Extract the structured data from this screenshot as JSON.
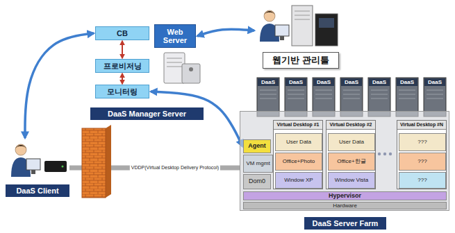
{
  "diagram": {
    "nodes": [
      {
        "text": [
          "DaaS Manager Server"
        ]
      },
      {
        "text": [
          "CB"
        ],
        "in": 0
      },
      {
        "text": [
          "Web Server"
        ],
        "in": 0
      },
      {
        "text": [
          "프로비저닝"
        ],
        "in": 0
      },
      {
        "text": [
          "모니터링"
        ],
        "in": 0
      },
      {
        "text": [
          "웹기반 관리툴"
        ]
      },
      {
        "text": [
          "DaaS Client"
        ]
      },
      {
        "text": [
          "DaaS Server Farm"
        ]
      },
      {
        "text": [
          "Agent"
        ],
        "in": 7
      },
      {
        "text": [
          "VM mgmt"
        ],
        "in": 7
      },
      {
        "text": [
          "Dom0"
        ],
        "in": 7
      },
      {
        "text": [
          "Virtual Desktop #1"
        ],
        "in": 7
      },
      {
        "text": [
          "User Data"
        ],
        "in": 11
      },
      {
        "text": [
          "Office+Photo"
        ],
        "in": 11
      },
      {
        "text": [
          "Window XP"
        ],
        "in": 11
      },
      {
        "text": [
          "Virtual Desktop #2"
        ],
        "in": 7
      },
      {
        "text": [
          "User Data"
        ],
        "in": 15
      },
      {
        "text": [
          "Office+한글"
        ],
        "in": 15
      },
      {
        "text": [
          "Window Vista"
        ],
        "in": 15
      },
      {
        "text": [
          "Virtual Desktop #N"
        ],
        "in": 7
      },
      {
        "text": [
          "???"
        ],
        "in": 19
      },
      {
        "text": [
          "???"
        ],
        "in": 19
      },
      {
        "text": [
          "???"
        ],
        "in": 19
      },
      {
        "text": [
          "Hypervisor"
        ],
        "in": 7
      },
      {
        "text": [
          "Hardware"
        ],
        "in": 7
      }
    ],
    "edges": [
      {
        "from": 1,
        "to": 3,
        "arrow": "both"
      },
      {
        "from": 3,
        "to": 4,
        "arrow": "both"
      },
      {
        "from": 2,
        "to": 5,
        "arrow": "both"
      },
      {
        "from": 1,
        "to": 6,
        "arrow": "both"
      },
      {
        "from": 4,
        "to": 8,
        "arrow": "both"
      },
      {
        "from": 6,
        "to": 7,
        "arrow": "none",
        "label": "VDDP(Virtual Desktop Delivery Protocol)"
      }
    ],
    "labels": [
      "DaaS",
      "DaaS",
      "DaaS",
      "DaaS",
      "DaaS",
      "DaaS",
      "DaaS"
    ]
  }
}
